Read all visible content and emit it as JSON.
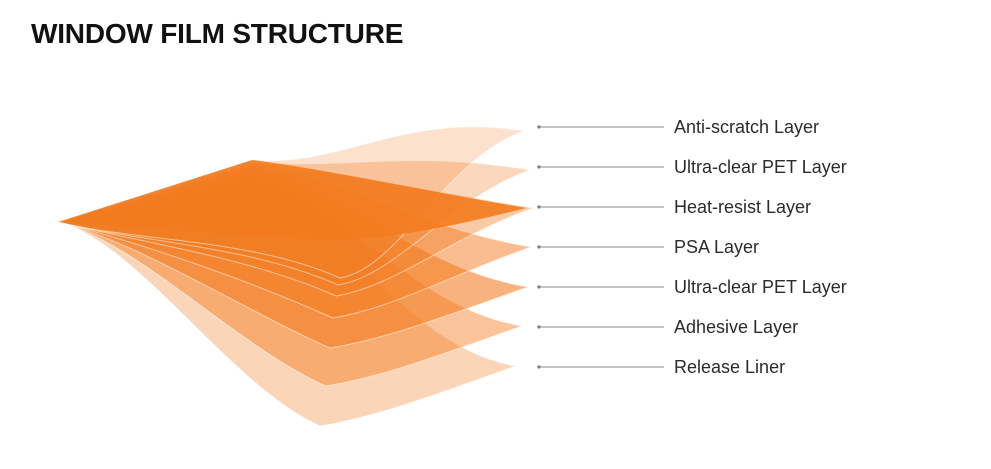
{
  "title": "WINDOW FILM STRUCTURE",
  "colors": {
    "film": "#f37b1f",
    "film_edge": "#f6a15a",
    "text": "#2b2b2b",
    "leader": "#8a8a8a"
  },
  "layers": [
    {
      "name": "Anti-scratch Layer"
    },
    {
      "name": "Ultra-clear PET Layer"
    },
    {
      "name": "Heat-resist Layer"
    },
    {
      "name": "PSA Layer"
    },
    {
      "name": "Ultra-clear PET Layer"
    },
    {
      "name": "Adhesive Layer"
    },
    {
      "name": "Release Liner"
    }
  ]
}
